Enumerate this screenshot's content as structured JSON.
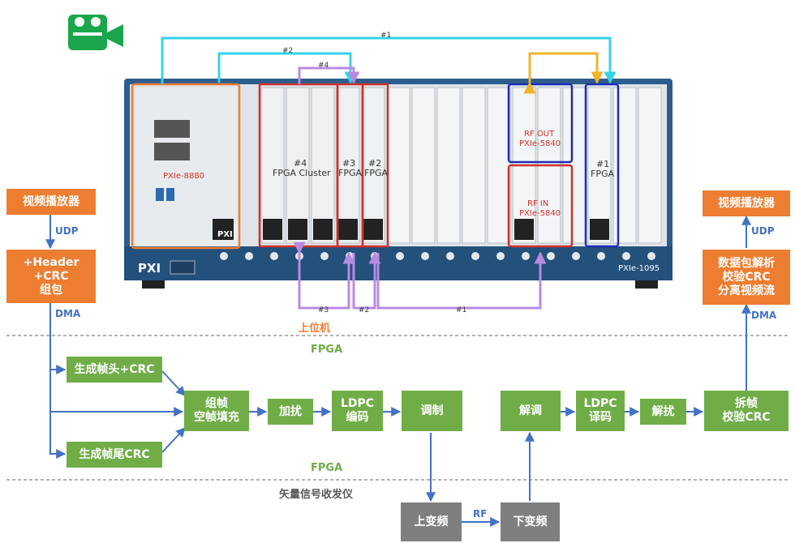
{
  "colors": {
    "orange": "#ed7d31",
    "green": "#70ad47",
    "gray": "#7f7f7f",
    "arrow": "#4472c4",
    "cyan": "#33d4e8",
    "purple": "#b98be0",
    "yellow": "#f0b429",
    "chassis": "#2d5d8c"
  },
  "top_links": {
    "l1": "#1",
    "l2": "#2",
    "l4": "#4"
  },
  "bottom_links": {
    "l3": "#3",
    "l2": "#2",
    "l1": "#1"
  },
  "chassis": {
    "controller_label": "PXIe-8880",
    "cluster_number": "#4",
    "cluster_label": "FPGA Cluster",
    "fpga3_number": "#3",
    "fpga3_label": "FPGA",
    "fpga2_number": "#2",
    "fpga2_label": "FPGA",
    "rf_out_label": "RF OUT",
    "rf_out_model": "PXIe-5840",
    "rf_in_label": "RF IN",
    "rf_in_model": "PXIe-5840",
    "fpga1_number": "#1",
    "fpga1_label": "FPGA",
    "model": "PXIe-1095",
    "brand": "PXI"
  },
  "left": {
    "player": "视频播放器",
    "udp": "UDP",
    "packer": "+Header\n+CRC\n组包",
    "dma": "DMA"
  },
  "right": {
    "player": "视频播放器",
    "udp": "UDP",
    "parser": "数据包解析\n校验CRC\n分离视频流",
    "dma": "DMA"
  },
  "sections": {
    "host": "上位机",
    "fpga_top": "FPGA",
    "fpga_bottom": "FPGA",
    "vsg": "矢量信号收发仪"
  },
  "tx": {
    "header_crc": "生成帧头+CRC",
    "tail_crc": "生成帧尾CRC",
    "framing": "组帧\n空帧填充",
    "scramble": "加扰",
    "ldpc_enc": "LDPC\n编码",
    "modulate": "调制"
  },
  "rx": {
    "demod": "解调",
    "ldpc_dec": "LDPC\n译码",
    "descramble": "解扰",
    "deframe": "拆帧\n校验CRC"
  },
  "rf": {
    "up": "上变频",
    "down": "下变频",
    "rf_label": "RF"
  }
}
